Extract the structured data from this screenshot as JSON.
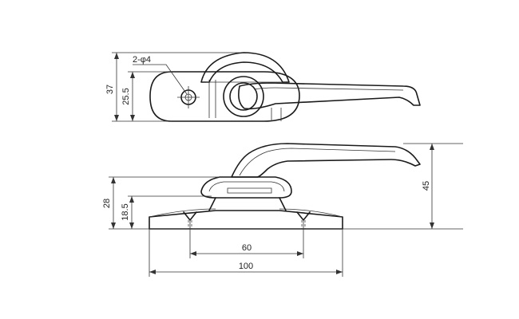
{
  "top_view": {
    "hole_callout": "2-φ4",
    "dim_height_total": "37",
    "dim_height_inner": "25.5"
  },
  "side_view": {
    "dim_height_base": "28",
    "dim_height_inner": "18.5",
    "dim_height_total": "45",
    "dim_hole_spacing": "60",
    "dim_base_length": "100"
  }
}
